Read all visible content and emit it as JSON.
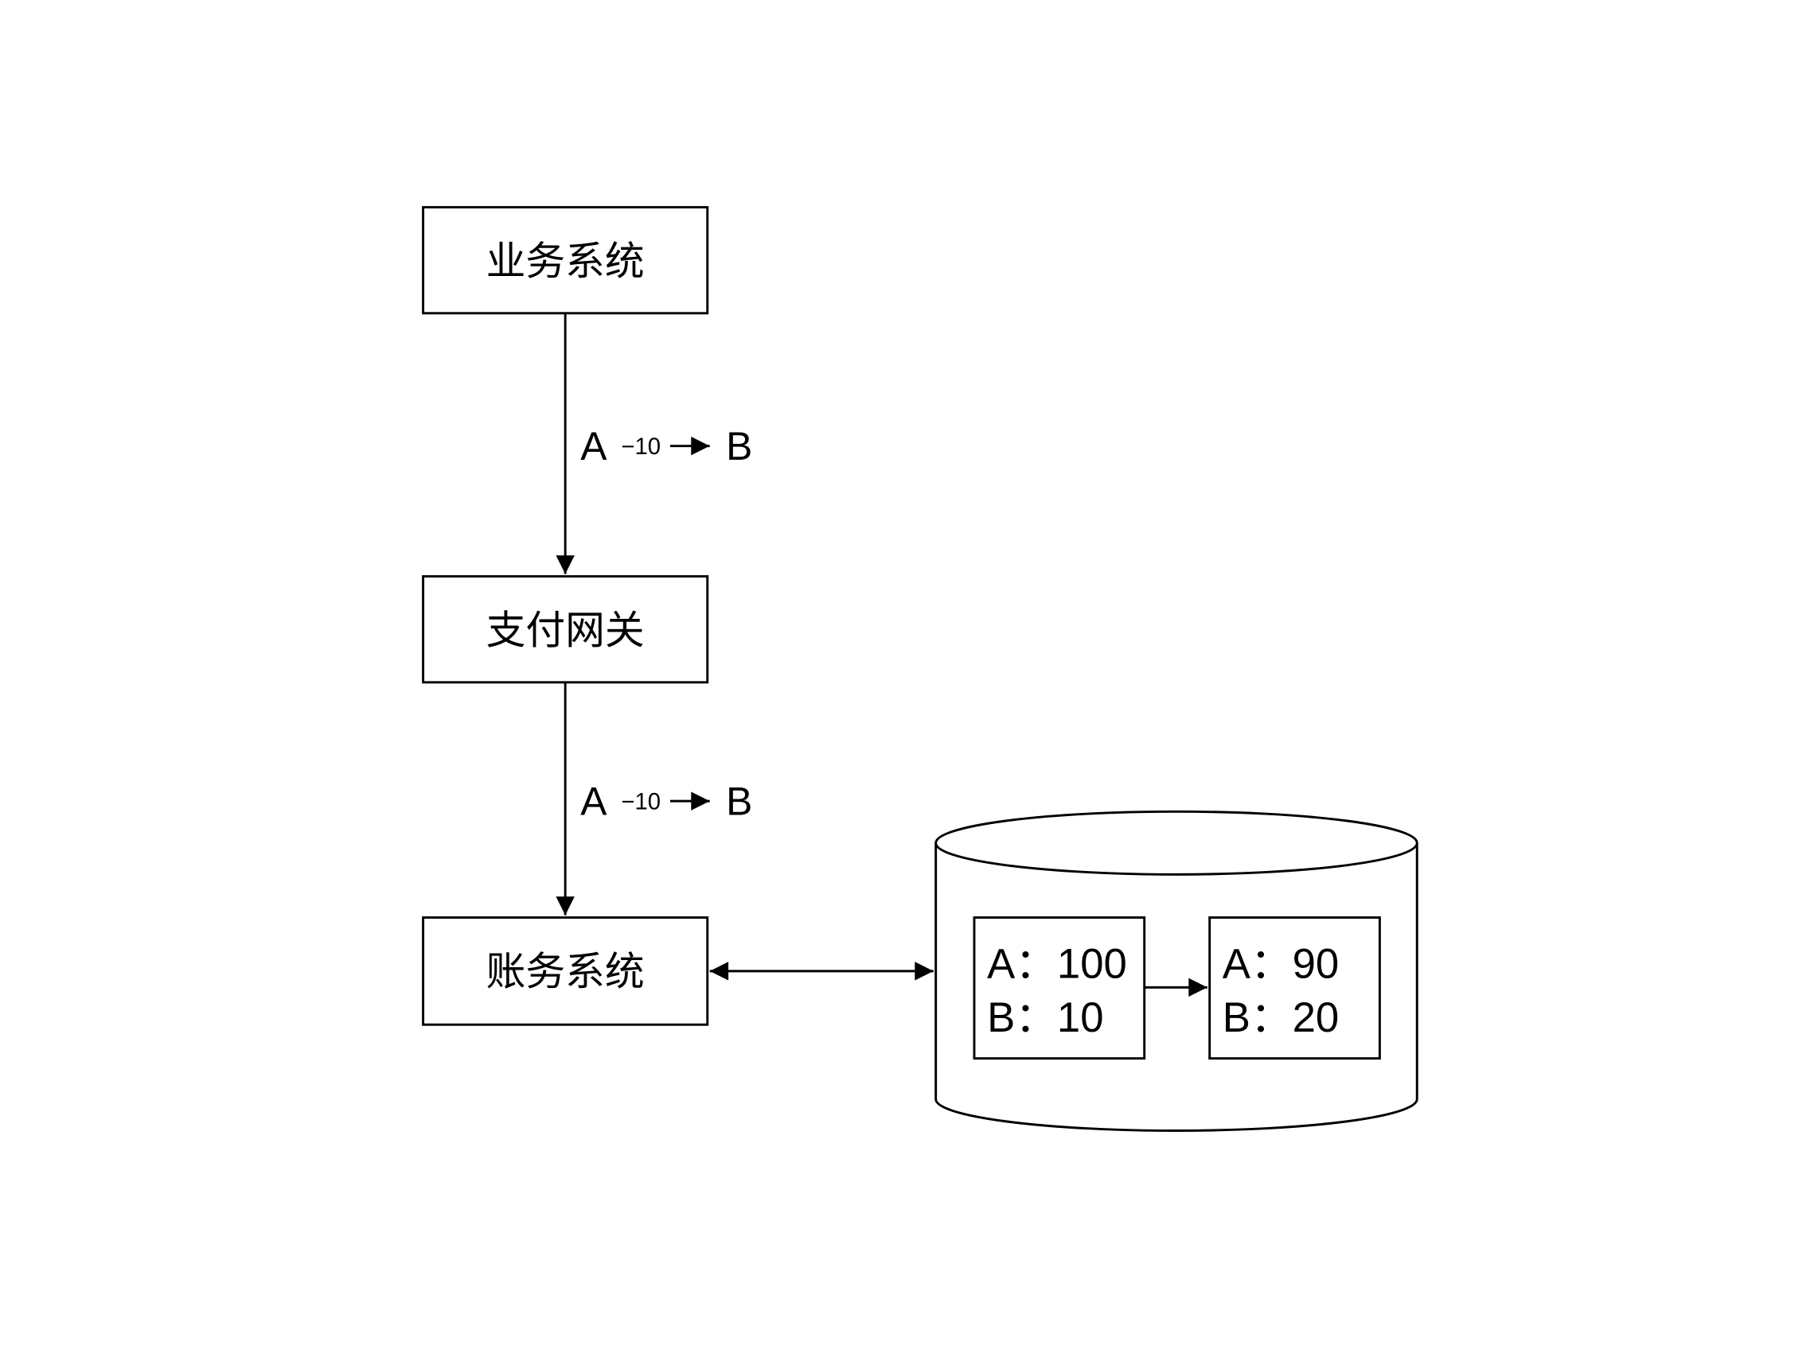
{
  "nodes": {
    "business_system": "业务系统",
    "payment_gateway": "支付网关",
    "accounting_system": "账务系统"
  },
  "edges": {
    "transfer1": {
      "from": "A",
      "amount": "−10",
      "to": "B"
    },
    "transfer2": {
      "from": "A",
      "amount": "−10",
      "to": "B"
    }
  },
  "database": {
    "before": {
      "line1": "A：100",
      "line2": "B：10"
    },
    "after": {
      "line1": "A：90",
      "line2": "B：20"
    }
  }
}
